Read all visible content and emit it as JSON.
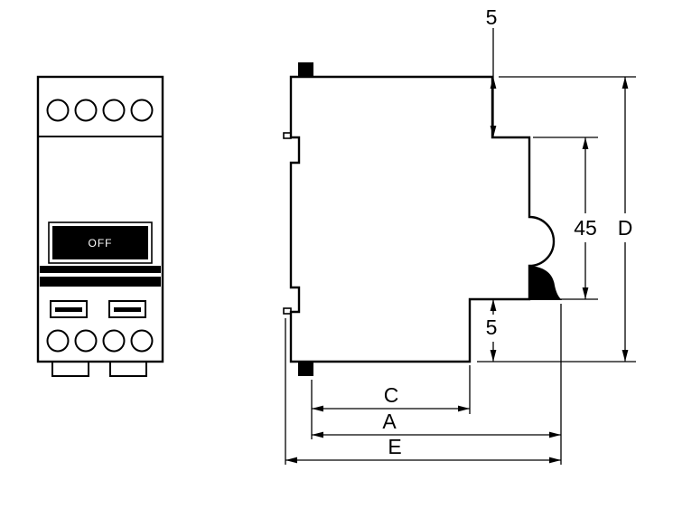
{
  "drawing": {
    "background_color": "#ffffff",
    "stroke_color": "#000000",
    "front_view": {
      "toggle_label": "OFF"
    },
    "dimension_labels": {
      "top_offset": "5",
      "rail_zone_height": "45",
      "overall_height": "D",
      "bottom_offset": "5",
      "depth_c": "C",
      "depth_a": "A",
      "depth_e": "E"
    }
  }
}
